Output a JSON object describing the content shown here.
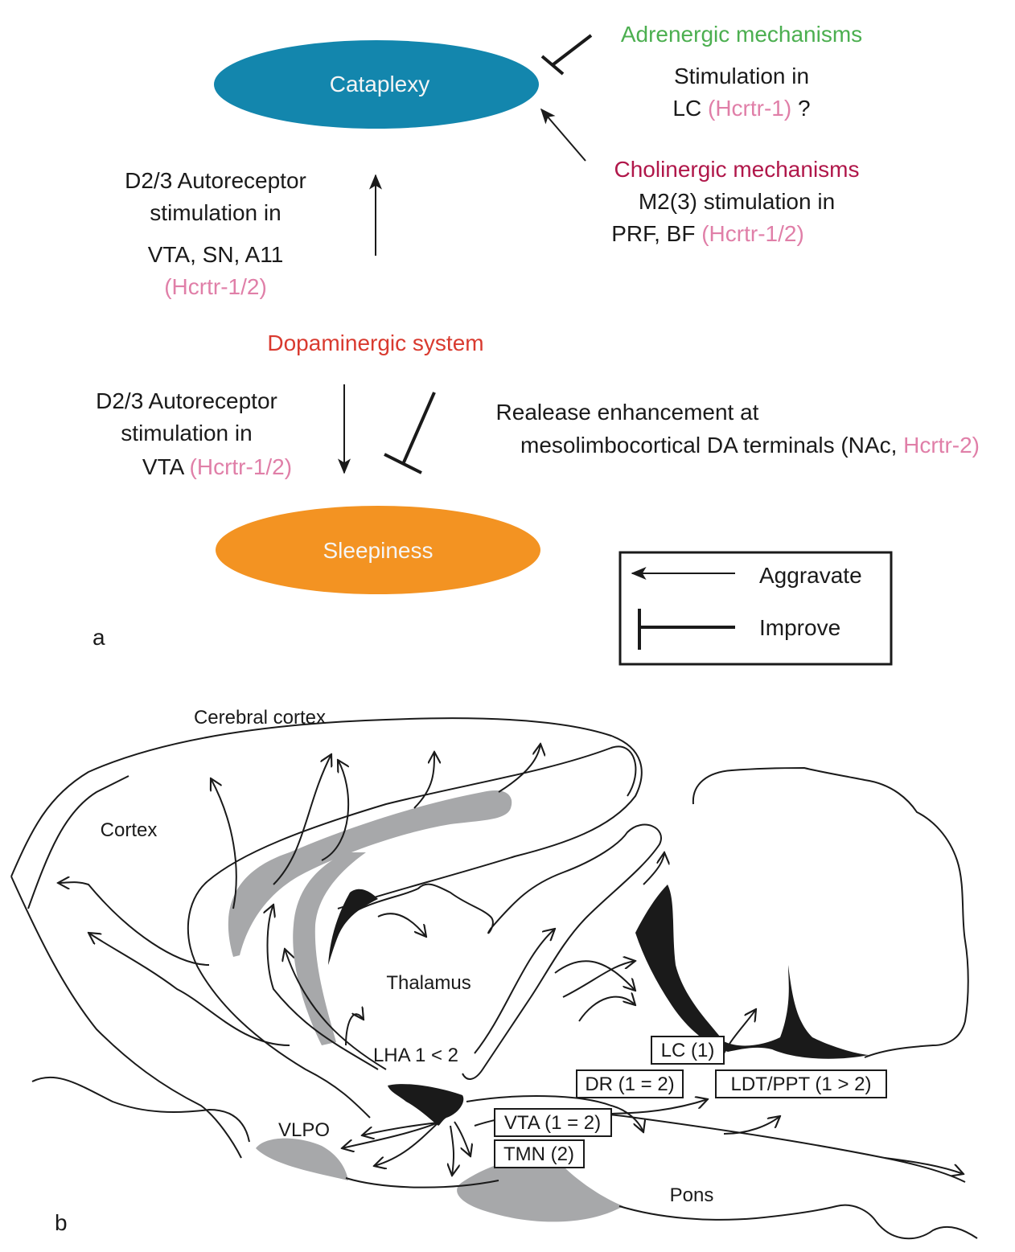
{
  "panel_a": {
    "panel_label": "a",
    "nodes": {
      "cataplexy": {
        "label": "Cataplexy",
        "color": "#1386ad"
      },
      "sleepiness": {
        "label": "Sleepiness",
        "color": "#f39322"
      }
    },
    "adrenergic": {
      "title": "Adrenergic mechanisms",
      "title_color": "#4caf50",
      "line1": "Stimulation in",
      "line2_prefix": "LC ",
      "line2_receptor": "(Hcrtr-1)",
      "line2_suffix": " ?",
      "effect": "improve"
    },
    "cholinergic": {
      "title": "Cholinergic mechanisms",
      "title_color": "#b0174a",
      "line1": "M2(3) stimulation in",
      "line2_prefix": "PRF, BF ",
      "line2_receptor": "(Hcrtr-1/2)",
      "effect": "aggravate"
    },
    "d23_cataplexy": {
      "line1": "D2/3 Autoreceptor",
      "line2": "stimulation in",
      "line3": "VTA, SN, A11",
      "line4_receptor": "(Hcrtr-1/2)",
      "effect": "aggravate"
    },
    "dopaminergic": {
      "title": "Dopaminergic system",
      "title_color": "#d93a2f"
    },
    "d23_sleepiness": {
      "line1": "D2/3 Autoreceptor",
      "line2": "stimulation in",
      "line3_prefix": "VTA ",
      "line3_receptor": "(Hcrtr-1/2)",
      "effect": "aggravate"
    },
    "release": {
      "line1": "Realease enhancement at",
      "line2_prefix": "mesolimbocortical DA terminals (NAc, ",
      "line2_receptor": "Hcrtr-2)",
      "effect": "improve"
    },
    "legend": {
      "items": [
        {
          "symbol": "arrow",
          "label": "Aggravate"
        },
        {
          "symbol": "bar",
          "label": "Improve"
        }
      ]
    },
    "receptor_color": "#e07fa8"
  },
  "panel_b": {
    "panel_label": "b",
    "region_labels": {
      "cerebral_cortex": "Cerebral cortex",
      "cortex": "Cortex",
      "thalamus": "Thalamus",
      "lha": "LHA 1 < 2",
      "vlpo": "VLPO",
      "pons": "Pons"
    },
    "boxed_nuclei": {
      "lc": "LC (1)",
      "dr": "DR (1 = 2)",
      "ldt_ppt": "LDT/PPT (1 > 2)",
      "vta": "VTA (1 = 2)",
      "tmn": "TMN (2)"
    },
    "gray_color": "#a7a8aa"
  }
}
